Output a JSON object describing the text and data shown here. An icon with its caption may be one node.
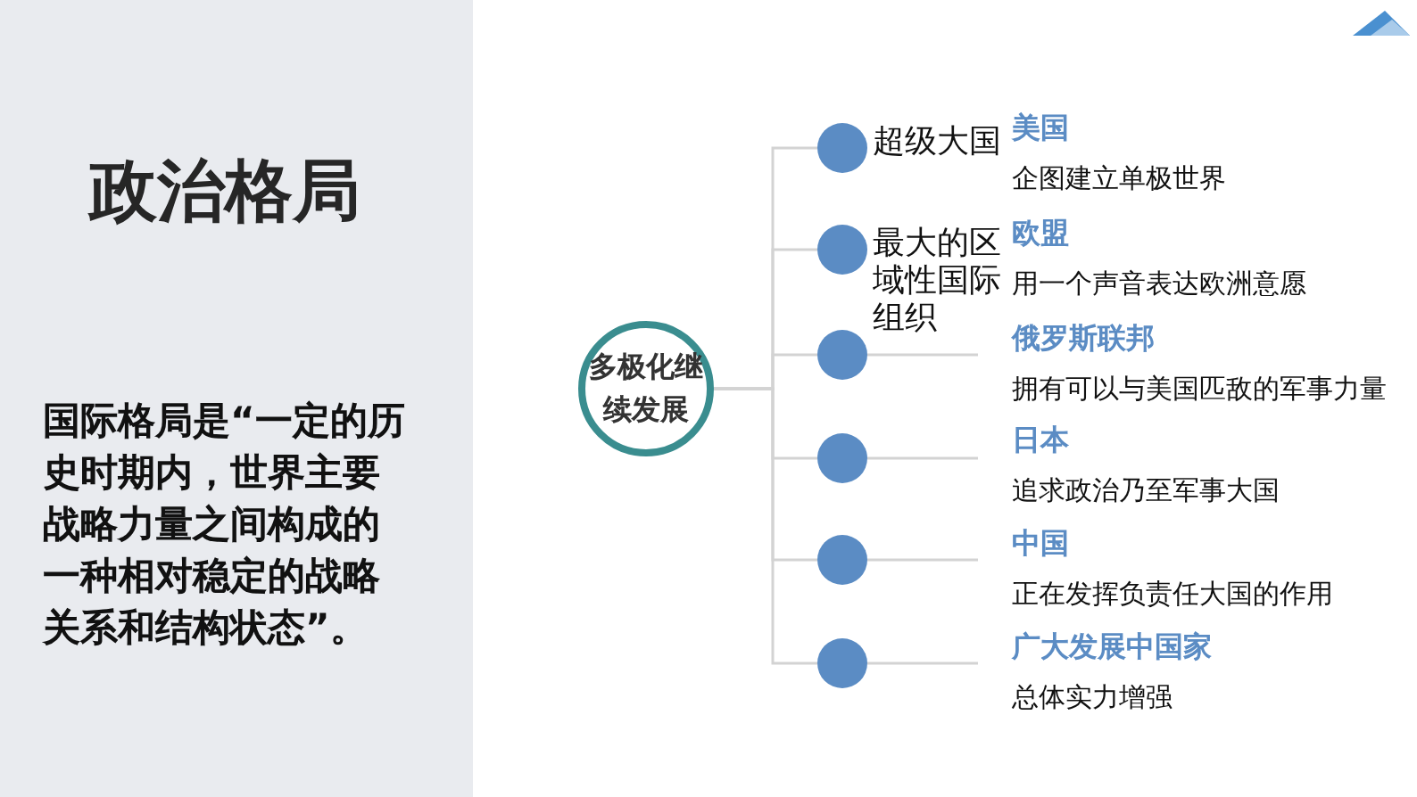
{
  "diagram": {
    "title": "政治格局",
    "nodes": [
      {
        "text": [
          "多极化继续发展"
        ]
      },
      {
        "text": [
          "超级大国"
        ]
      },
      {
        "text": [
          "最大的区域性国际组织"
        ]
      },
      {
        "text": [],
        "shape": "circle"
      },
      {
        "text": [],
        "shape": "circle"
      },
      {
        "text": [],
        "shape": "circle"
      },
      {
        "text": [],
        "shape": "circle"
      },
      {
        "text": [
          "美国",
          "企图建立单极世界"
        ]
      },
      {
        "text": [
          "欧盟",
          "用一个声音表达欧洲意愿"
        ]
      },
      {
        "text": [
          "俄罗斯联邦",
          "拥有可以与美国匹敌的军事力量"
        ]
      },
      {
        "text": [
          "日本",
          "追求政治乃至军事大国"
        ]
      },
      {
        "text": [
          "中国",
          "正在发挥负责任大国的作用"
        ]
      },
      {
        "text": [
          "广大发展中国家",
          "总体实力增强"
        ]
      }
    ],
    "edges": [
      {
        "from": 0,
        "to": 1,
        "arrow": "none"
      },
      {
        "from": 0,
        "to": 2,
        "arrow": "none"
      },
      {
        "from": 0,
        "to": 3,
        "arrow": "none"
      },
      {
        "from": 0,
        "to": 4,
        "arrow": "none"
      },
      {
        "from": 0,
        "to": 5,
        "arrow": "none"
      },
      {
        "from": 0,
        "to": 6,
        "arrow": "none"
      },
      {
        "from": 3,
        "to": 9,
        "arrow": "none"
      },
      {
        "from": 4,
        "to": 10,
        "arrow": "none"
      },
      {
        "from": 5,
        "to": 11,
        "arrow": "none"
      },
      {
        "from": 6,
        "to": 12,
        "arrow": "none"
      }
    ],
    "labels": [
      "国际格局是“一定的历史时期内，世界主要战略力量之间构成的一种相对稳定的战略关系和结构状态”。"
    ]
  }
}
